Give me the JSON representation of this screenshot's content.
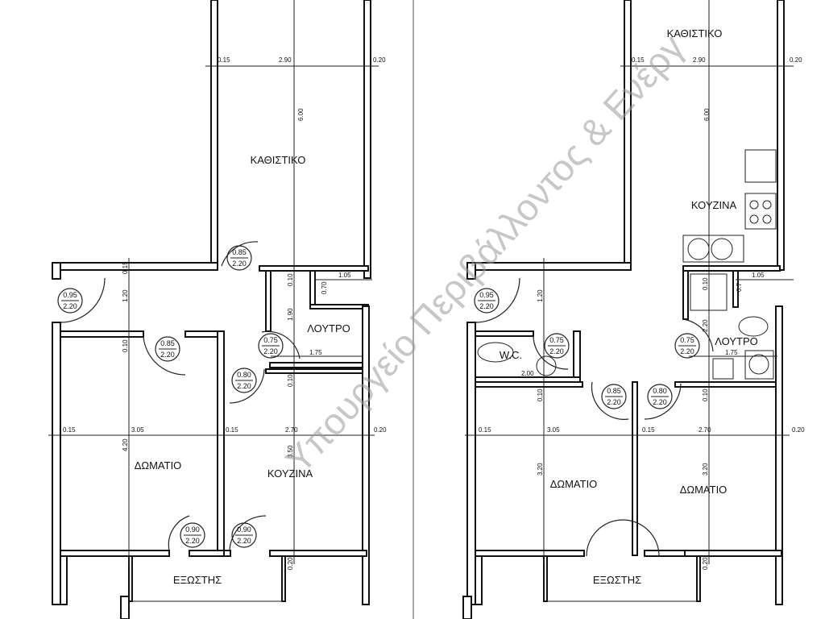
{
  "left_plan": {
    "rooms": {
      "living": "ΚΑΘΙΣΤΙΚΟ",
      "bath": "ΛΟΥΤΡΟ",
      "room": "ΔΩΜΑΤΙΟ",
      "kitchen": "ΚΟΥΖΙΝΑ",
      "balcony": "ΕΞΩΣΤΗΣ"
    },
    "dims": {
      "a": "0.15",
      "b": "2.90",
      "c": "0.20",
      "h1": "6.00",
      "d1": "0.15",
      "d2": "1.20",
      "d3": "0.10",
      "d4": "1.05",
      "d5": "0.70",
      "d6": "1.90",
      "d7": "1.75",
      "d8": "0.10",
      "d9": "0.15",
      "d10": "3.05",
      "d11": "0.15",
      "d12": "2.70",
      "d13": "0.20",
      "d14": "4.20",
      "d15": "3.50",
      "d16": "0.20"
    },
    "doors": [
      {
        "w": "0.85",
        "h": "2.20"
      },
      {
        "w": "0.95",
        "h": "2.20"
      },
      {
        "w": "0.85",
        "h": "2.20"
      },
      {
        "w": "0.75",
        "h": "2.20"
      },
      {
        "w": "0.80",
        "h": "2.20"
      },
      {
        "w": "0.90",
        "h": "2.20"
      },
      {
        "w": "0.90",
        "h": "2.20"
      }
    ]
  },
  "right_plan": {
    "rooms": {
      "living": "ΚΑΘΙΣΤΙΚΟ",
      "kitchen": "ΚΟΥΖΙΝΑ",
      "bath": "ΛΟΥΤΡΟ",
      "wc": "W.C.",
      "room1": "ΔΩΜΑΤΙΟ",
      "room2": "ΔΩΜΑΤΙΟ",
      "balcony": "ΕΞΩΣΤΗΣ"
    },
    "dims": {
      "a": "0.15",
      "b": "2.90",
      "c": "0.20",
      "h1": "6.00",
      "d2": "1.20",
      "d4": "1.05",
      "d5": "0.7",
      "d6": "2.20",
      "d7": "1.75",
      "wc": "2.00",
      "d8": "0.10",
      "d9": "0.15",
      "d10": "3.05",
      "d11": "0.15",
      "d12": "2.70",
      "d13": "0.20",
      "h2": "3.20",
      "h3": "3.20",
      "d16": "0.20",
      "d17": "0.10",
      "d18": "0.10"
    },
    "doors": [
      {
        "w": "0.95",
        "h": "2.20"
      },
      {
        "w": "0.75",
        "h": "2.20"
      },
      {
        "w": "0.75",
        "h": "2.20"
      },
      {
        "w": "0.85",
        "h": "2.20"
      },
      {
        "w": "0.80",
        "h": "2.20"
      }
    ]
  },
  "watermark": "Υπουργείο Περιβάλλοντος & Ενέργ"
}
